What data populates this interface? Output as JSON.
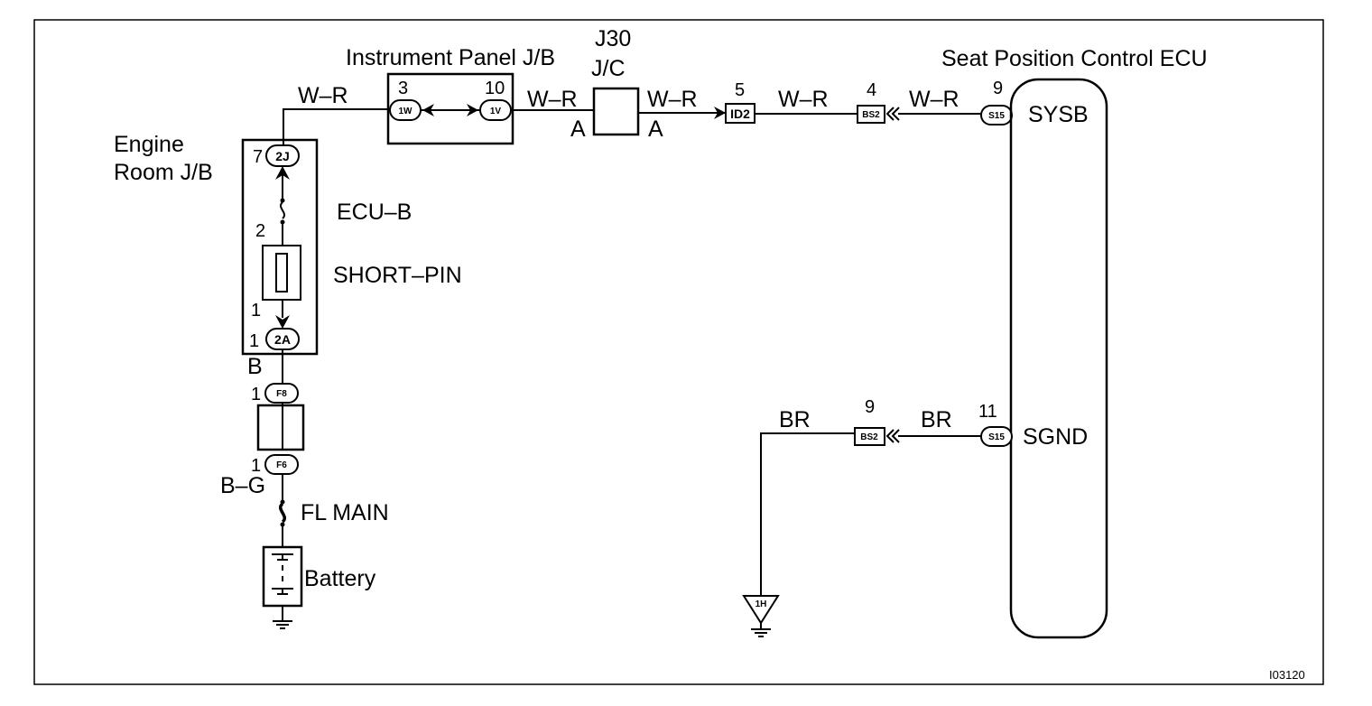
{
  "title_jb": "Instrument Panel J/B",
  "jc_code": "J30",
  "jc_name": "J/C",
  "ecu_title": "Seat Position Control ECU",
  "ecu_terminals": {
    "sysb": "SYSB",
    "sgnd": "SGND"
  },
  "engine_room_jb": {
    "line1": "Engine",
    "line2": "Room J/B"
  },
  "fuse_ecub": "ECU–B",
  "short_pin": "SHORT–PIN",
  "fl_main": "FL MAIN",
  "battery": "Battery",
  "wire_colors": {
    "wr": "W–R",
    "br": "BR",
    "b": "B",
    "bg": "B–G"
  },
  "pins": {
    "ipjb_3": "3",
    "ipjb_10": "10",
    "id2_5": "5",
    "bs2_4": "4",
    "s15_9": "9",
    "s15_11": "11",
    "bs2_9": "9",
    "erjb_7": "7",
    "fuse_2": "2",
    "fuse_1": "1",
    "erjb_1": "1",
    "f8_1": "1",
    "f6_1": "1"
  },
  "jc_side_labels": {
    "left": "A",
    "right": "A"
  },
  "connectors": {
    "1w": "1W",
    "1v": "1V",
    "id2": "ID2",
    "bs2": "BS2",
    "s15": "S15",
    "2j": "2J",
    "2a": "2A",
    "f8": "F8",
    "f6": "F6",
    "1h": "1H"
  },
  "figure_code": "I03120"
}
